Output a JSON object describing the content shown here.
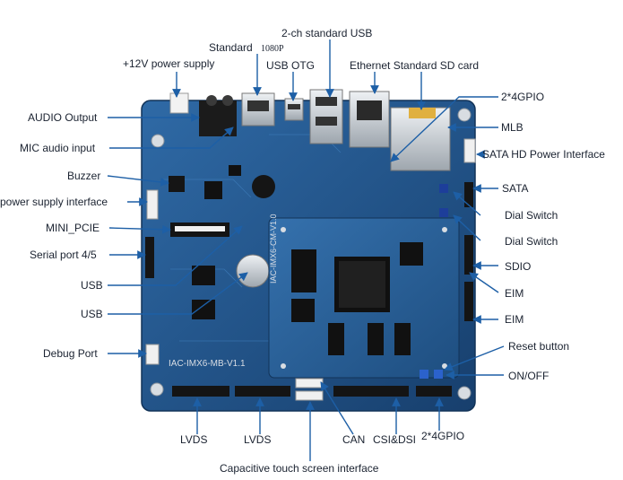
{
  "labels": {
    "top_2ch_usb": "2-ch standard USB",
    "top_standard": "Standard",
    "top_1080p": "1080P",
    "top_12v": "+12V power supply",
    "top_usb_otg": "USB OTG",
    "top_eth_sd": "Ethernet Standard SD card",
    "r_2x4gpio": "2*4GPIO",
    "r_mlb": "MLB",
    "r_sata_power": "SATA HD Power Interface",
    "r_sata": "SATA",
    "r_dial1": "Dial Switch",
    "r_dial2": "Dial Switch",
    "r_sdio": "SDIO",
    "r_eim1": "EIM",
    "r_eim2": "EIM",
    "r_reset": "Reset button",
    "r_onoff": "ON/OFF",
    "l_audio_out": "AUDIO Output",
    "l_mic": "MIC audio input",
    "l_buzzer": "Buzzer",
    "l_power_if": "power supply interface",
    "l_mini_pcie": "MINI_PCIE",
    "l_serial": "Serial port 4/5",
    "l_usb1": "USB",
    "l_usb2": "USB",
    "l_debug": "Debug Port",
    "b_lvds1": "LVDS",
    "b_lvds2": "LVDS",
    "b_can": "CAN",
    "b_csi_dsi": "CSI&DSI",
    "b_2x4gpio": "2*4GPIO",
    "b_touch": "Capacitive touch screen interface"
  },
  "board": {
    "mb_silk": "IAC-IMX6-MB-V1.1",
    "cm_silk": "IAC-IMX6-CM-V1.0"
  },
  "colors": {
    "board": "#1f4f86",
    "board_light": "#2d6aa8",
    "module": "#2a5f93",
    "arrow": "#1d5fa6",
    "label_text": "#1a2230"
  }
}
